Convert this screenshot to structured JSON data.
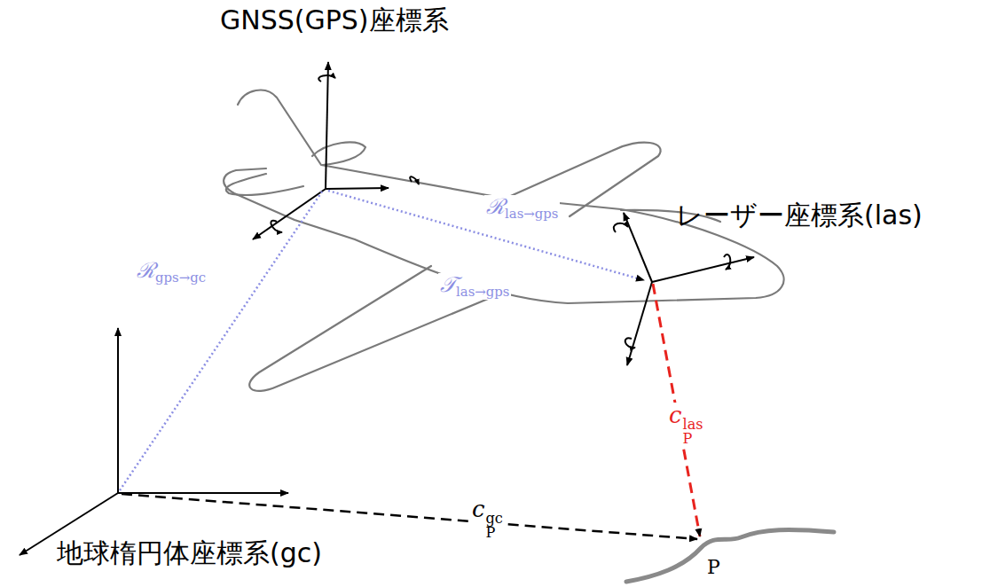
{
  "diagram": {
    "labels": [
      "GNSS(GPS)座標系",
      "レーザー座標系(las)",
      "ℛlas→gps",
      "ℛgps→gc",
      "𝒯las→gps",
      "cPlas",
      "cPgc",
      "地球楕円体座標系(gc)",
      "P"
    ]
  }
}
